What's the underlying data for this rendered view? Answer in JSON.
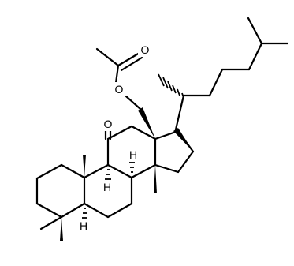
{
  "atoms": {
    "carbonyl_oxygen": "O",
    "ester_oxygen": "O",
    "acetyl_oxygen": "O",
    "h_c9": "H",
    "h_c8": "H",
    "h_c5": "H"
  }
}
